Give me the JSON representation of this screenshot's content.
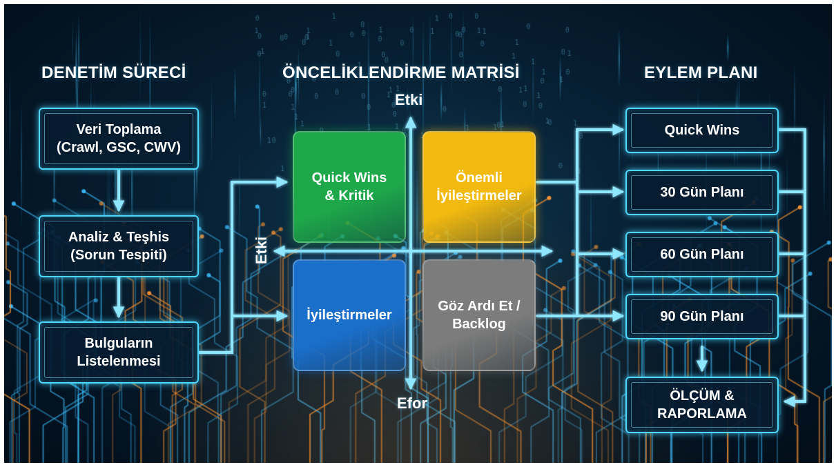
{
  "headings": {
    "left": "DENETİM SÜRECİ",
    "center": "ÖNCELİKLENDİRME MATRİSİ",
    "right": "EYLEM PLANI"
  },
  "process": [
    "Veri Toplama\n(Crawl, GSC, CWV)",
    "Analiz & Teşhis\n(Sorun Tespiti)",
    "Bulguların\nListelenmesi"
  ],
  "matrix": {
    "top_axis": "Etki",
    "left_axis": "Etki",
    "bottom_axis": "Efor",
    "quadrants": [
      {
        "label": "Quick Wins\n& Kritik",
        "color": "#1ea84a"
      },
      {
        "label": "Önemli\nİyileştirmeler",
        "color": "#f2b90f"
      },
      {
        "label": "İyileştirmeler",
        "color": "#1a6fcb"
      },
      {
        "label": "Göz Ardı Et /\nBacklog",
        "color": "#7c7c7c"
      }
    ]
  },
  "plan": [
    "Quick Wins",
    "30 Gün Planı",
    "60 Gün Planı",
    "90 Gün Planı",
    "ÖLÇÜM &\nRAPORLAMA"
  ],
  "colors": {
    "neon": "#4fd8ff",
    "background": "#041626"
  }
}
